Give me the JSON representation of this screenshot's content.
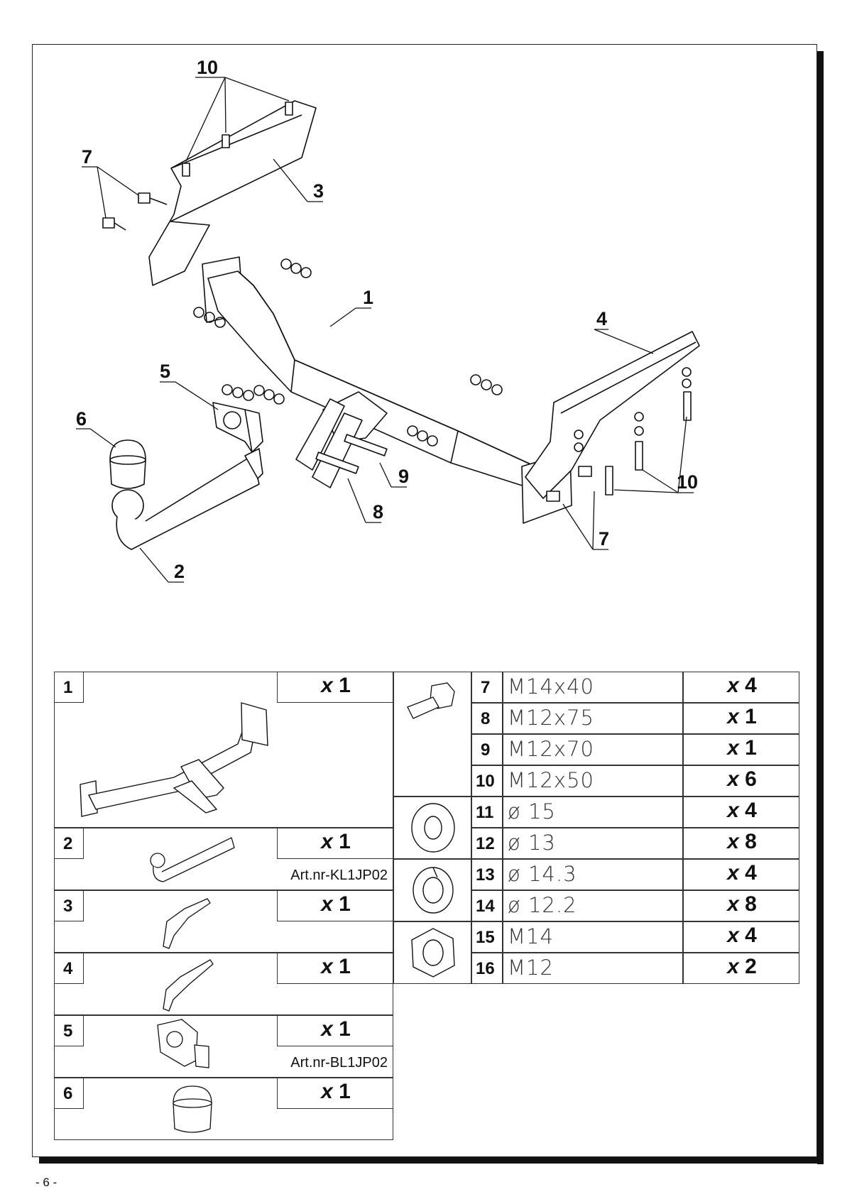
{
  "page_number": "- 6 -",
  "callouts": [
    "10",
    "7",
    "3",
    "1",
    "4",
    "5",
    "6",
    "9",
    "8",
    "2",
    "10",
    "7"
  ],
  "parts": [
    {
      "no": "1",
      "qty_prefix": "x",
      "qty": "1",
      "art": ""
    },
    {
      "no": "2",
      "qty_prefix": "x",
      "qty": "1",
      "art": "Art.nr-KL1JP02"
    },
    {
      "no": "3",
      "qty_prefix": "x",
      "qty": "1",
      "art": ""
    },
    {
      "no": "4",
      "qty_prefix": "x",
      "qty": "1",
      "art": ""
    },
    {
      "no": "5",
      "qty_prefix": "x",
      "qty": "1",
      "art": "Art.nr-BL1JP02"
    },
    {
      "no": "6",
      "qty_prefix": "x",
      "qty": "1",
      "art": ""
    }
  ],
  "hardware": [
    {
      "no": "7",
      "spec": "M14x40",
      "qty_prefix": "x",
      "qty": "4"
    },
    {
      "no": "8",
      "spec": "M12x75",
      "qty_prefix": "x",
      "qty": "1"
    },
    {
      "no": "9",
      "spec": "M12x70",
      "qty_prefix": "x",
      "qty": "1"
    },
    {
      "no": "10",
      "spec": "M12x50",
      "qty_prefix": "x",
      "qty": "6"
    },
    {
      "no": "11",
      "spec": "ø 15",
      "qty_prefix": "x",
      "qty": "4"
    },
    {
      "no": "12",
      "spec": "ø 13",
      "qty_prefix": "x",
      "qty": "8"
    },
    {
      "no": "13",
      "spec": "ø 14.3",
      "qty_prefix": "x",
      "qty": "4"
    },
    {
      "no": "14",
      "spec": "ø 12.2",
      "qty_prefix": "x",
      "qty": "8"
    },
    {
      "no": "15",
      "spec": "M14",
      "qty_prefix": "x",
      "qty": "4"
    },
    {
      "no": "16",
      "spec": "M12",
      "qty_prefix": "x",
      "qty": "2"
    }
  ]
}
